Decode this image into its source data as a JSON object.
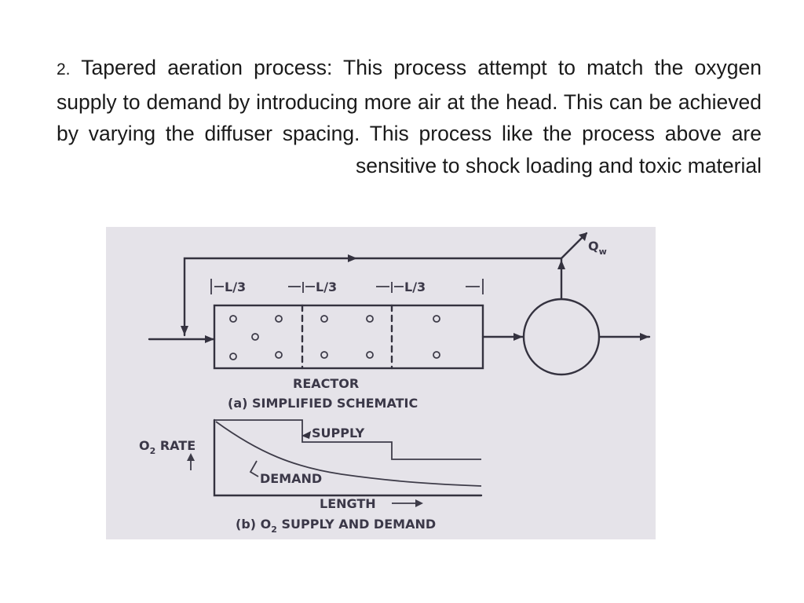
{
  "paragraph": {
    "number": "2.",
    "text": " Tapered aeration process: This process attempt to match the oxygen supply to demand by introducing more air at the head. This can be achieved by varying  the diffuser spacing. This process like the process above are sensitive to shock loading and toxic material"
  },
  "figure": {
    "flow_label": "Q",
    "flow_subscript": "w",
    "segments": [
      "L/3",
      "L/3",
      "L/3"
    ],
    "reactor_label": "REACTOR",
    "caption_a": "(a) SIMPLIFIED  SCHEMATIC",
    "supply_label": "SUPPLY",
    "demand_label": "DEMAND",
    "yaxis_o": "O",
    "yaxis_sub": "2",
    "yaxis_rest": " RATE",
    "xaxis_label": "LENGTH",
    "caption_b_1": "(b) O",
    "caption_b_sub": "2",
    "caption_b_2": " SUPPLY AND DEMAND"
  },
  "colors": {
    "text": "#1a1a1a",
    "figure_background": "#e5e3e9",
    "ink": "#34323f"
  }
}
